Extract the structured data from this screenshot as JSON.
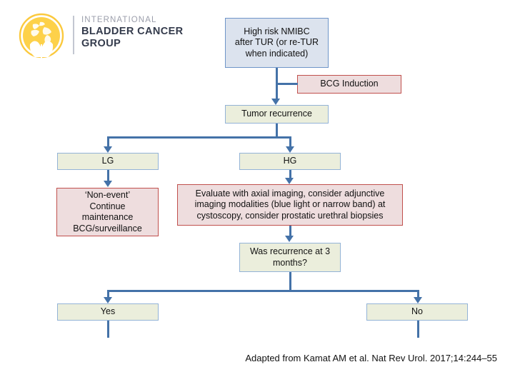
{
  "logo": {
    "line1": "INTERNATIONAL",
    "line2": "BLADDER CANCER",
    "line3": "GROUP",
    "icon": "globe-in-hands-icon",
    "colors": {
      "globe_light": "#fdd34d",
      "globe_dark": "#f5a623",
      "text_top": "#9b9eab",
      "text_main": "#343b4c"
    }
  },
  "palette": {
    "blue_fill": "#dce3ee",
    "blue_border": "#6f95c9",
    "cream_fill": "#ebeedc",
    "cream_border": "#93b3d7",
    "pink_fill": "#eeddde",
    "pink_border": "#c0504d",
    "connector": "#4472a8"
  },
  "flowchart": {
    "nodes": {
      "start": "High risk NMIBC after TUR (or re-TUR when indicated)",
      "bcg_induction": "BCG Induction",
      "tumor_recurrence": "Tumor recurrence",
      "lg": "LG",
      "hg": "HG",
      "non_event": "‘Non-event’ Continue maintenance BCG/surveillance",
      "evaluate": "Evaluate with axial imaging, consider adjunctive imaging modalities (blue light or narrow band) at cystoscopy, consider prostatic urethral biopsies",
      "recurrence_question": "Was recurrence at 3 months?",
      "yes": "Yes",
      "no": "No"
    },
    "node_lines": {
      "start": [
        "High risk NMIBC",
        "after TUR (or re-TUR",
        "when indicated)"
      ],
      "non_event": [
        "‘Non-event’",
        "Continue",
        "maintenance",
        "BCG/surveillance"
      ],
      "evaluate": [
        "Evaluate with axial imaging, consider adjunctive",
        "imaging modalities (blue light or narrow band) at",
        "cystoscopy, consider prostatic urethral biopsies"
      ],
      "recurrence_question": [
        "Was recurrence at 3",
        "months?"
      ]
    }
  },
  "citation": "Adapted from Kamat AM et al. Nat Rev Urol. 2017;14:244‒55"
}
